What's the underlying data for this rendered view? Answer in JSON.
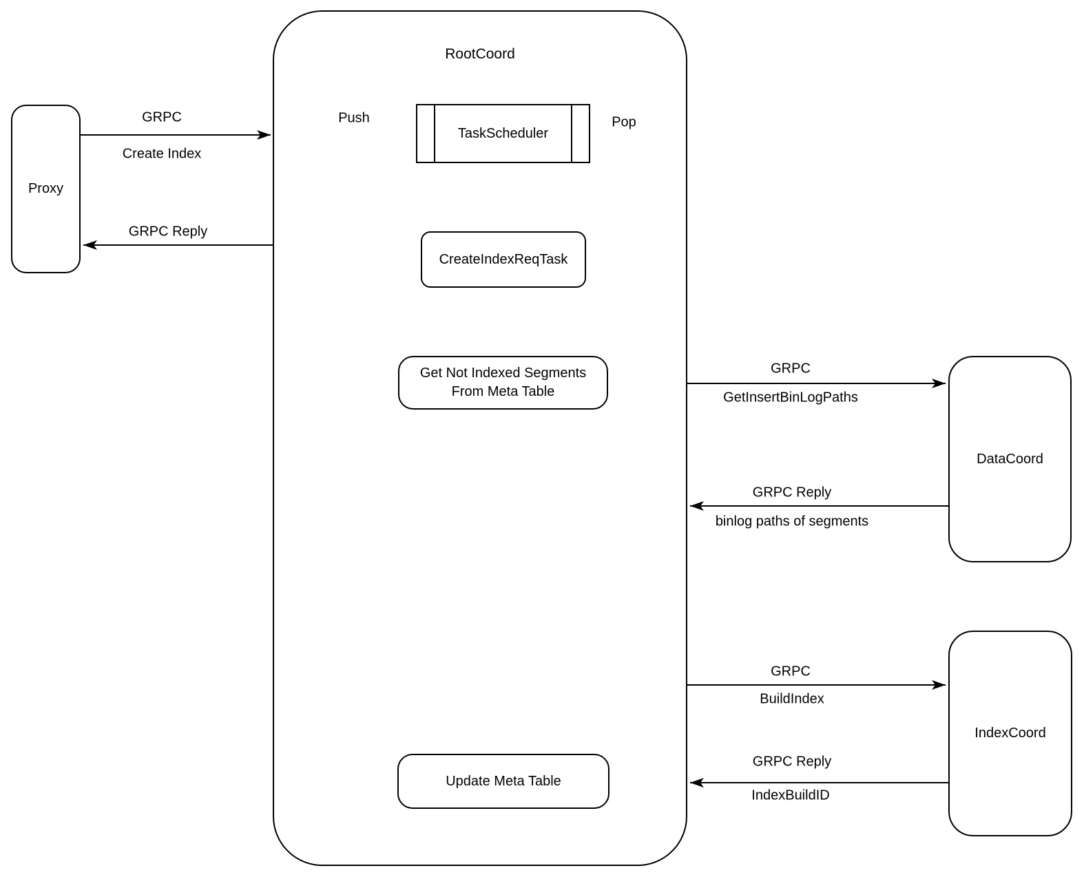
{
  "diagram": {
    "background_color": "#ffffff",
    "stroke_color": "#000000",
    "nodes": {
      "proxy": {
        "label": "Proxy"
      },
      "root_coord": {
        "label": "RootCoord"
      },
      "task_scheduler": {
        "label": "TaskScheduler"
      },
      "create_index_req_task": {
        "label": "CreateIndexReqTask"
      },
      "get_not_indexed_segments": {
        "label_line1": "Get Not Indexed Segments",
        "label_line2": "From Meta Table"
      },
      "update_meta_table": {
        "label": "Update Meta Table"
      },
      "data_coord": {
        "label": "DataCoord"
      },
      "index_coord": {
        "label": "IndexCoord"
      }
    },
    "edges": {
      "proxy_to_rootcoord": {
        "label_top": "GRPC",
        "label_bottom": "Create Index"
      },
      "rootcoord_to_proxy": {
        "label_top": "GRPC Reply"
      },
      "push": {
        "label": "Push"
      },
      "pop": {
        "label": "Pop"
      },
      "rootcoord_to_datacoord": {
        "label_top": "GRPC",
        "label_bottom": "GetInsertBinLogPaths"
      },
      "datacoord_to_rootcoord": {
        "label_top": "GRPC Reply",
        "label_bottom": "binlog paths of segments"
      },
      "rootcoord_to_indexcoord": {
        "label_top": "GRPC",
        "label_bottom": "BuildIndex"
      },
      "indexcoord_to_rootcoord": {
        "label_top": "GRPC Reply",
        "label_bottom": "IndexBuildID"
      }
    }
  }
}
